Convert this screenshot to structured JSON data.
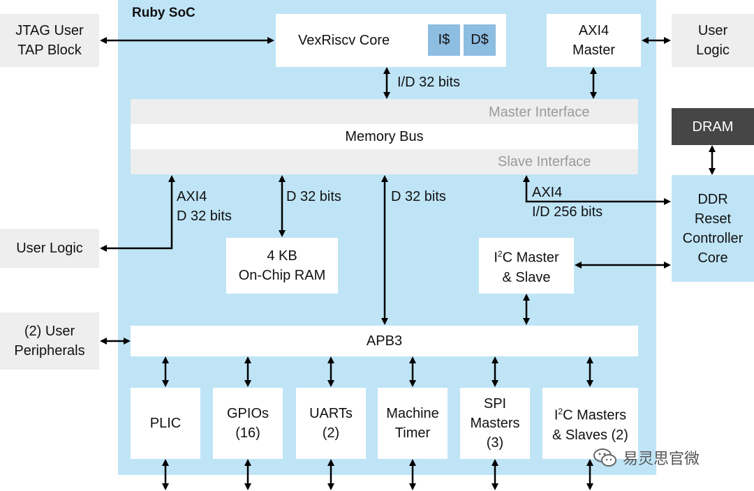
{
  "soc": {
    "title": "Ruby SoC"
  },
  "external": {
    "jtag": "JTAG User\nTAP Block",
    "user_logic_top": "User\nLogic",
    "dram": "DRAM",
    "ddr": "DDR\nReset\nController\nCore",
    "user_logic_left": "User Logic",
    "user_peripherals": "(2) User\nPeripherals"
  },
  "core": {
    "label": "VexRiscv Core",
    "icache": "I$",
    "dcache": "D$"
  },
  "axi_master": "AXI4\nMaster",
  "memory_bus": {
    "master_interface": "Master Interface",
    "label": "Memory Bus",
    "slave_interface": "Slave Interface"
  },
  "labels": {
    "core_bus": "I/D 32 bits",
    "axi_user_1": "AXI4",
    "axi_user_2": "D 32 bits",
    "ram_bus": "D 32 bits",
    "apb_bus": "D 32 bits",
    "ddr_axi_1": "AXI4",
    "ddr_axi_2": "I/D 256 bits"
  },
  "ram": "4 KB\nOn-Chip RAM",
  "i2c_top": {
    "prefix": "I",
    "sup": "2",
    "rest": "C Master\n& Slave"
  },
  "apb": "APB3",
  "peripherals": {
    "plic": "PLIC",
    "gpios": "GPIOs\n(16)",
    "uarts": "UARTs\n(2)",
    "timer": "Machine\nTimer",
    "spi": "SPI\nMasters\n(3)",
    "i2c": {
      "prefix": "I",
      "sup": "2",
      "rest": "C Masters\n& Slaves (2)"
    }
  },
  "watermark": "易灵思官微"
}
